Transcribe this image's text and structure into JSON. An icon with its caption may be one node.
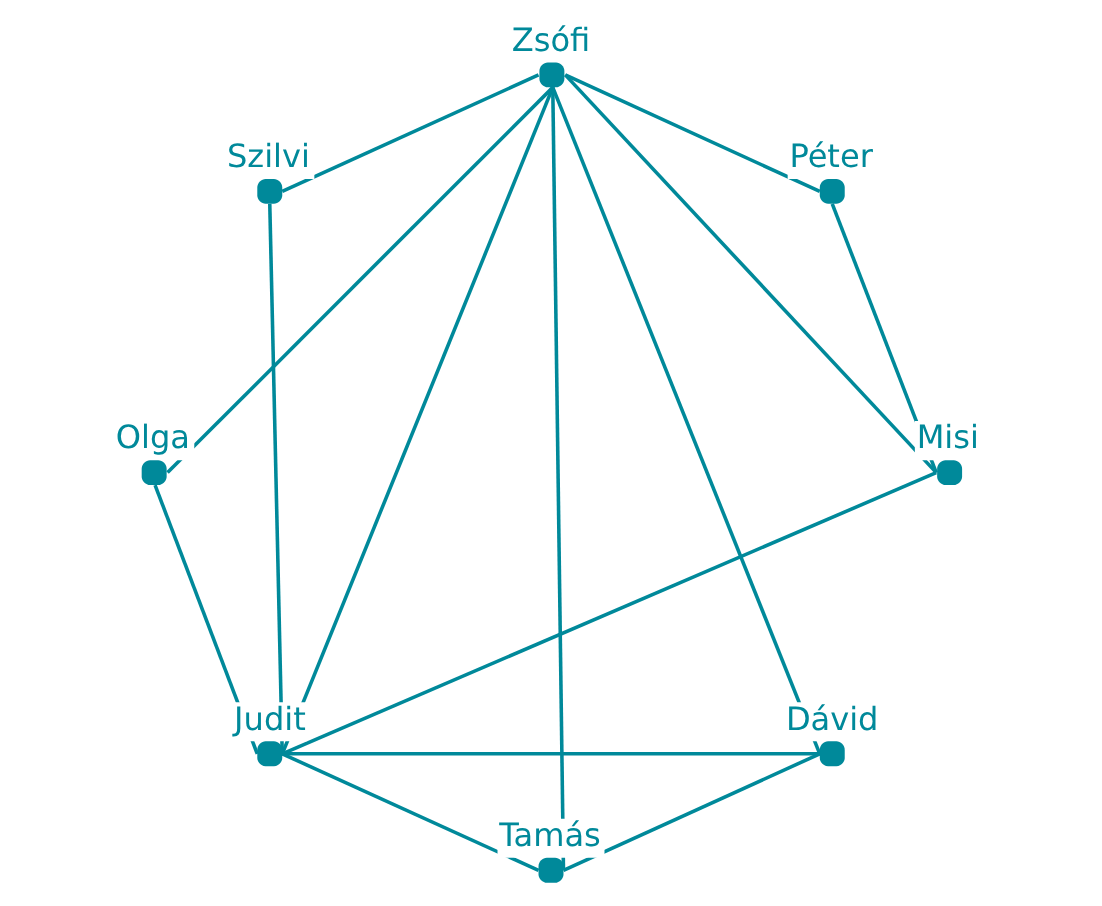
{
  "diagram": {
    "nodes": [
      {
        "text": [
          "Dávid"
        ]
      },
      {
        "text": [
          "Judit"
        ]
      },
      {
        "text": [
          "Olga"
        ]
      },
      {
        "text": [
          "Péter"
        ]
      },
      {
        "text": [
          "Zsófi"
        ]
      },
      {
        "text": [
          "Tamás"
        ]
      },
      {
        "text": [
          "Misi"
        ]
      },
      {
        "text": [
          "Szilvi"
        ]
      }
    ],
    "edges": [
      {
        "from": 0,
        "to": 1,
        "arrow": "none"
      },
      {
        "from": 0,
        "to": 4,
        "arrow": "none"
      },
      {
        "from": 0,
        "to": 5,
        "arrow": "none"
      },
      {
        "from": 1,
        "to": 2,
        "arrow": "none"
      },
      {
        "from": 1,
        "to": 4,
        "arrow": "none"
      },
      {
        "from": 1,
        "to": 6,
        "arrow": "none"
      },
      {
        "from": 1,
        "to": 7,
        "arrow": "none"
      },
      {
        "from": 1,
        "to": 5,
        "arrow": "none"
      },
      {
        "from": 2,
        "to": 4,
        "arrow": "none"
      },
      {
        "from": 3,
        "to": 4,
        "arrow": "none"
      },
      {
        "from": 3,
        "to": 6,
        "arrow": "none"
      },
      {
        "from": 4,
        "to": 5,
        "arrow": "none"
      },
      {
        "from": 4,
        "to": 6,
        "arrow": "none"
      },
      {
        "from": 4,
        "to": 7,
        "arrow": "none"
      }
    ]
  }
}
